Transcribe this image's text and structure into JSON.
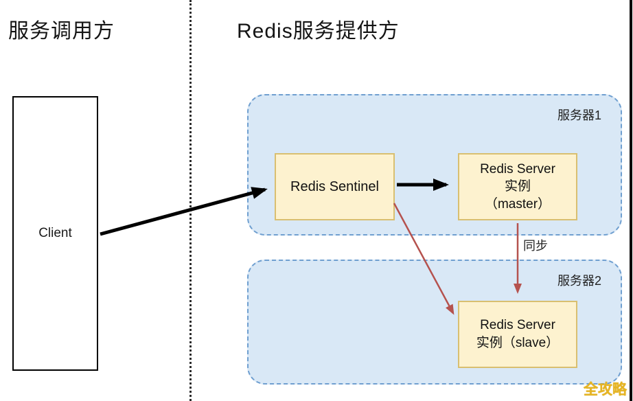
{
  "headings": {
    "left": "服务调用方",
    "right": "Redis服务提供方"
  },
  "client": {
    "label": "Client"
  },
  "server1": {
    "label": "服务器1",
    "sentinel": {
      "label": "Redis Sentinel"
    },
    "master": {
      "lines": [
        "Redis Server",
        "实例",
        "（master）"
      ]
    }
  },
  "server2": {
    "label": "服务器2",
    "slave": {
      "lines": [
        "Redis Server",
        "实例（slave）"
      ]
    }
  },
  "arrows": {
    "sync_label": "同步"
  },
  "watermark": "全攻略",
  "colors": {
    "container_fill": "#d9e8f6",
    "container_border": "#6f9fd0",
    "node_fill": "#fdf2cf",
    "node_border": "#d9bf70",
    "arrow_black": "#000000",
    "arrow_red": "#b5524e",
    "watermark": "#e6b422"
  }
}
